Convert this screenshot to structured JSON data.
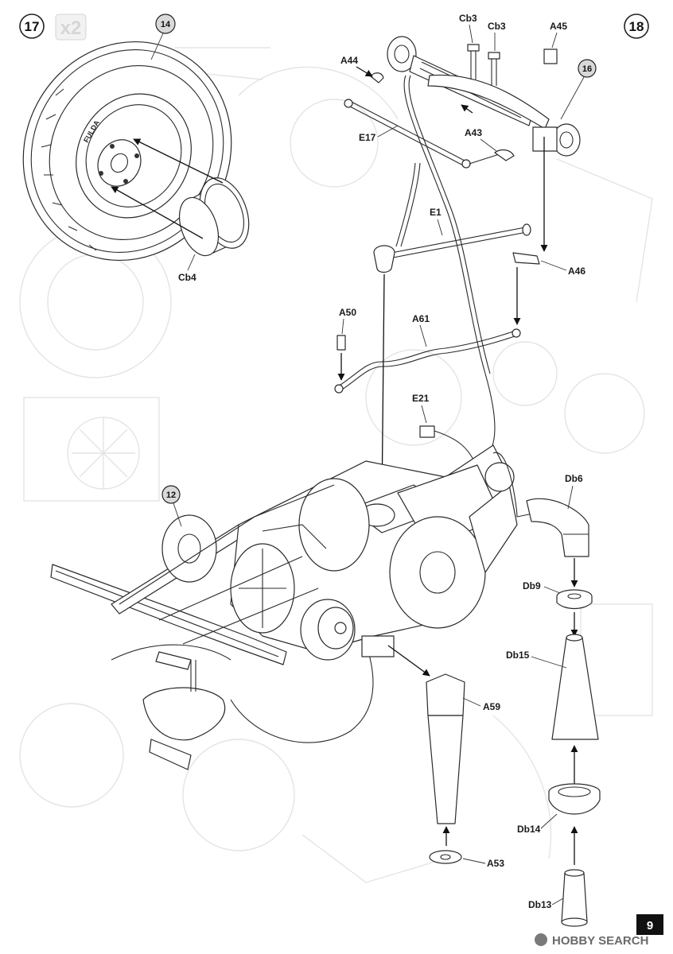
{
  "steps": {
    "left": {
      "number": "17",
      "multiplier": "x2"
    },
    "right": {
      "number": "18"
    }
  },
  "callouts": [
    "14",
    "16",
    "12"
  ],
  "labels": {
    "cb4": "Cb4",
    "cb3_a": "Cb3",
    "cb3_b": "Cb3",
    "a45": "A45",
    "a44": "A44",
    "e17": "E17",
    "a43": "A43",
    "e1": "E1",
    "a46": "A46",
    "a50": "A50",
    "a61": "A61",
    "e21": "E21",
    "db6": "Db6",
    "db9": "Db9",
    "db15": "Db15",
    "a59": "A59",
    "db14": "Db14",
    "a53": "A53",
    "db13": "Db13"
  },
  "tire_text": "FULDA",
  "page_number": "9",
  "watermark": "HOBBY SEARCH"
}
